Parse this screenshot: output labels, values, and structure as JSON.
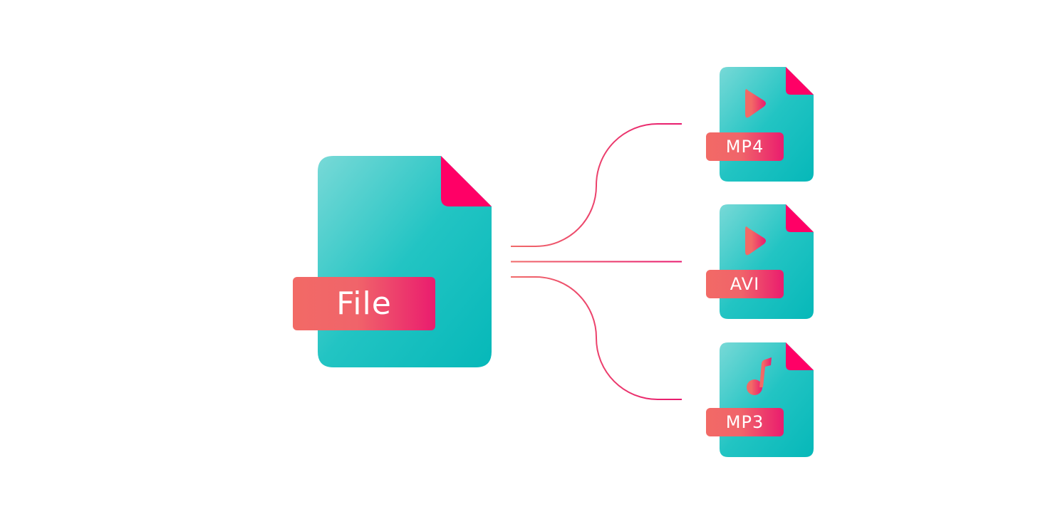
{
  "source": {
    "label": "File",
    "icon": "file-icon"
  },
  "outputs": [
    {
      "label": "MP4",
      "icon": "play-icon"
    },
    {
      "label": "AVI",
      "icon": "play-icon"
    },
    {
      "label": "MP3",
      "icon": "music-note-icon"
    }
  ],
  "colors": {
    "file_body_light": "#78d9d7",
    "file_body_dark": "#06b8b9",
    "fold_corner": "#ff0066",
    "label_start": "#f26a66",
    "label_end": "#ea1c6e",
    "connector_start": "#f06a6a",
    "connector_end": "#e8196e"
  }
}
